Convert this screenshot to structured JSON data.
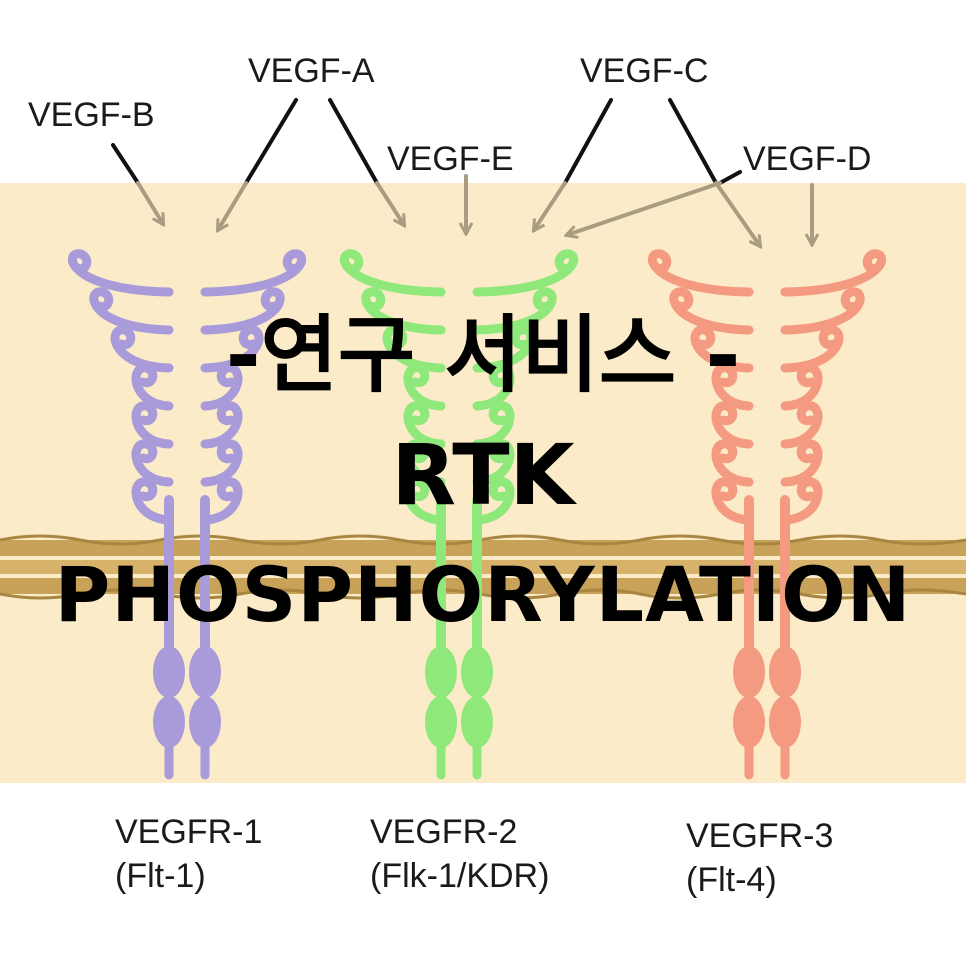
{
  "ligands": {
    "vegf_b": "VEGF-B",
    "vegf_a": "VEGF-A",
    "vegf_e": "VEGF-E",
    "vegf_c": "VEGF-C",
    "vegf_d": "VEGF-D"
  },
  "receptors": [
    {
      "name": "VEGFR-1",
      "alias": "(Flt-1)",
      "color": "#a99bd9"
    },
    {
      "name": "VEGFR-2",
      "alias": "(Flk-1/KDR)",
      "color": "#8fe87a"
    },
    {
      "name": "VEGFR-3",
      "alias": "(Flt-4)",
      "color": "#f39a80"
    }
  ],
  "overlay": {
    "line1": "-연구 서비스 -",
    "line2": "RTK",
    "line3": "PHOSPHORYLATION"
  },
  "colors": {
    "extracellular_band": "#fbebc9",
    "membrane": "#c9a25a",
    "arrow": "#a99c80",
    "ligand_line": "#111111"
  }
}
